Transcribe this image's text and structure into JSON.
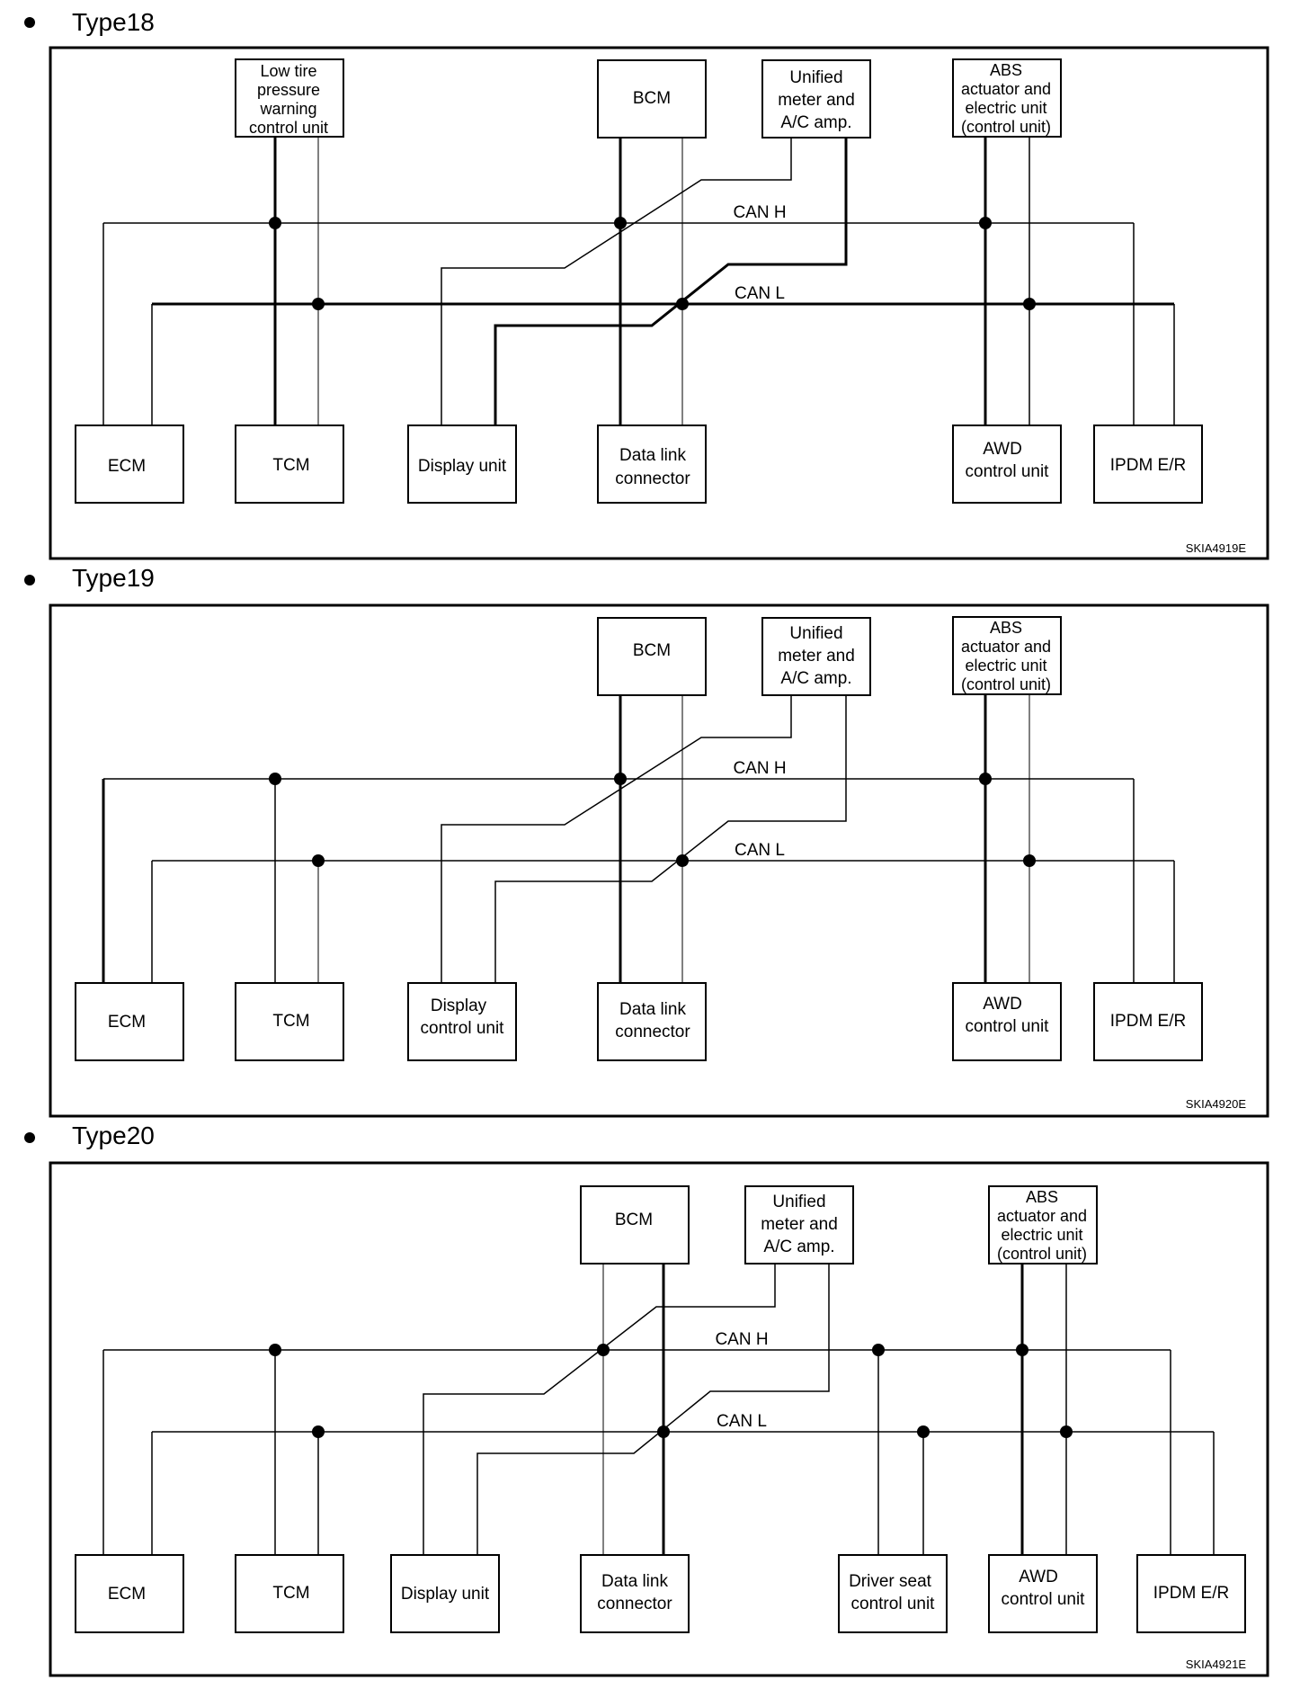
{
  "diagrams": [
    {
      "title": "Type18",
      "code": "SKIA4919E",
      "bus_h_label": "CAN H",
      "bus_l_label": "CAN L",
      "units": {
        "ltp": [
          "Low tire",
          "pressure",
          "warning",
          "control unit"
        ],
        "bcm": [
          "BCM"
        ],
        "meter": [
          "Unified",
          "meter and",
          "A/C amp."
        ],
        "abs": [
          "ABS",
          "actuator and",
          "electric unit",
          "(control unit)"
        ],
        "ecm": [
          "ECM"
        ],
        "tcm": [
          "TCM"
        ],
        "display": [
          "Display unit"
        ],
        "dlc": [
          "Data link",
          "connector"
        ],
        "awd": [
          "AWD",
          "control unit"
        ],
        "ipdm": [
          "IPDM E/R"
        ]
      }
    },
    {
      "title": "Type19",
      "code": "SKIA4920E",
      "bus_h_label": "CAN H",
      "bus_l_label": "CAN L",
      "units": {
        "bcm": [
          "BCM"
        ],
        "meter": [
          "Unified",
          "meter and",
          "A/C amp."
        ],
        "abs": [
          "ABS",
          "actuator and",
          "electric unit",
          "(control unit)"
        ],
        "ecm": [
          "ECM"
        ],
        "tcm": [
          "TCM"
        ],
        "display": [
          "Display",
          "control unit"
        ],
        "dlc": [
          "Data link",
          "connector"
        ],
        "awd": [
          "AWD",
          "control unit"
        ],
        "ipdm": [
          "IPDM E/R"
        ]
      }
    },
    {
      "title": "Type20",
      "code": "SKIA4921E",
      "bus_h_label": "CAN H",
      "bus_l_label": "CAN L",
      "units": {
        "bcm": [
          "BCM"
        ],
        "meter": [
          "Unified",
          "meter and",
          "A/C amp."
        ],
        "abs": [
          "ABS",
          "actuator and",
          "electric unit",
          "(control unit)"
        ],
        "ecm": [
          "ECM"
        ],
        "tcm": [
          "TCM"
        ],
        "display": [
          "Display unit"
        ],
        "dlc": [
          "Data link",
          "connector"
        ],
        "seat": [
          "Driver seat",
          "control unit"
        ],
        "awd": [
          "AWD",
          "control unit"
        ],
        "ipdm": [
          "IPDM E/R"
        ]
      }
    }
  ]
}
